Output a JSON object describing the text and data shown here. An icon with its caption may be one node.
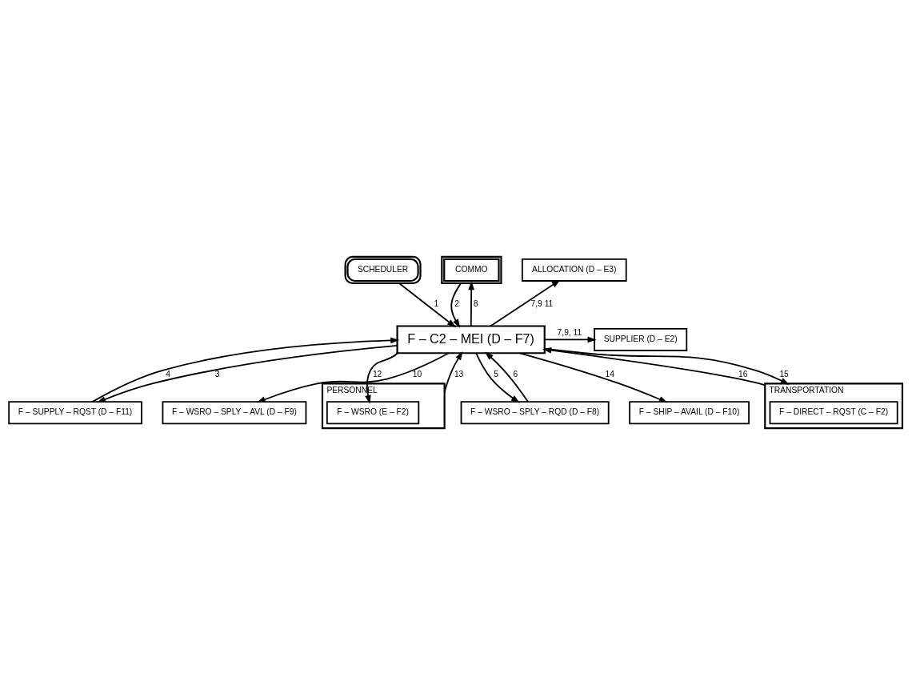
{
  "diagram": {
    "nodes": [
      {
        "text": [
          "SCHEDULER"
        ]
      },
      {
        "text": [
          "COMMO"
        ]
      },
      {
        "text": [
          "ALLOCATION (D – E3)"
        ]
      },
      {
        "text": [
          "F – WSRO – SPLY – AVL (D – F9)"
        ]
      },
      {
        "text": [
          "F – C2 – MEI (D – F7)"
        ]
      },
      {
        "text": [
          "SUPPLIER (D – E2)"
        ]
      },
      {
        "text": [
          "F – SUPPLY – RQST (D – F11)"
        ]
      },
      {
        "text": [
          "PERSONNEL"
        ]
      },
      {
        "text": [
          "F – WSRO (E – F2)"
        ],
        "in": 7
      },
      {
        "text": [
          "F – WSRO – SPLY – RQD (D – F8)"
        ]
      },
      {
        "text": [
          "F – SHIP – AVAIL (D – F10)"
        ]
      },
      {
        "text": [
          "TRANSPORTATION"
        ]
      },
      {
        "text": [
          "F – DIRECT – RQST (C – F2)"
        ],
        "in": 11
      }
    ],
    "edges": [
      {
        "from": 0,
        "to": 4,
        "arrow": "to",
        "label": "1"
      },
      {
        "from": 1,
        "to": 4,
        "arrow": "to",
        "label": "2"
      },
      {
        "from": 4,
        "to": 1,
        "arrow": "to",
        "label": "8"
      },
      {
        "from": 4,
        "to": 2,
        "arrow": "to",
        "label": "7,9 11"
      },
      {
        "from": 4,
        "to": 3,
        "arrow": "to",
        "label": "10"
      },
      {
        "from": 4,
        "to": 5,
        "arrow": "to",
        "label": "7,9, 11"
      },
      {
        "from": 4,
        "to": 6,
        "arrow": "to",
        "label": "3"
      },
      {
        "from": 6,
        "to": 4,
        "arrow": "to",
        "label": "4"
      },
      {
        "from": 7,
        "to": 4,
        "arrow": "to",
        "label": "13"
      },
      {
        "from": 4,
        "to": 8,
        "arrow": "to",
        "label": "12"
      },
      {
        "from": 4,
        "to": 9,
        "arrow": "to",
        "label": "5"
      },
      {
        "from": 9,
        "to": 4,
        "arrow": "to",
        "label": "6"
      },
      {
        "from": 4,
        "to": 10,
        "arrow": "to",
        "label": "14"
      },
      {
        "from": 11,
        "to": 4,
        "arrow": "to",
        "label": "16"
      },
      {
        "from": 4,
        "to": 11,
        "arrow": "to",
        "label": "15"
      }
    ]
  }
}
